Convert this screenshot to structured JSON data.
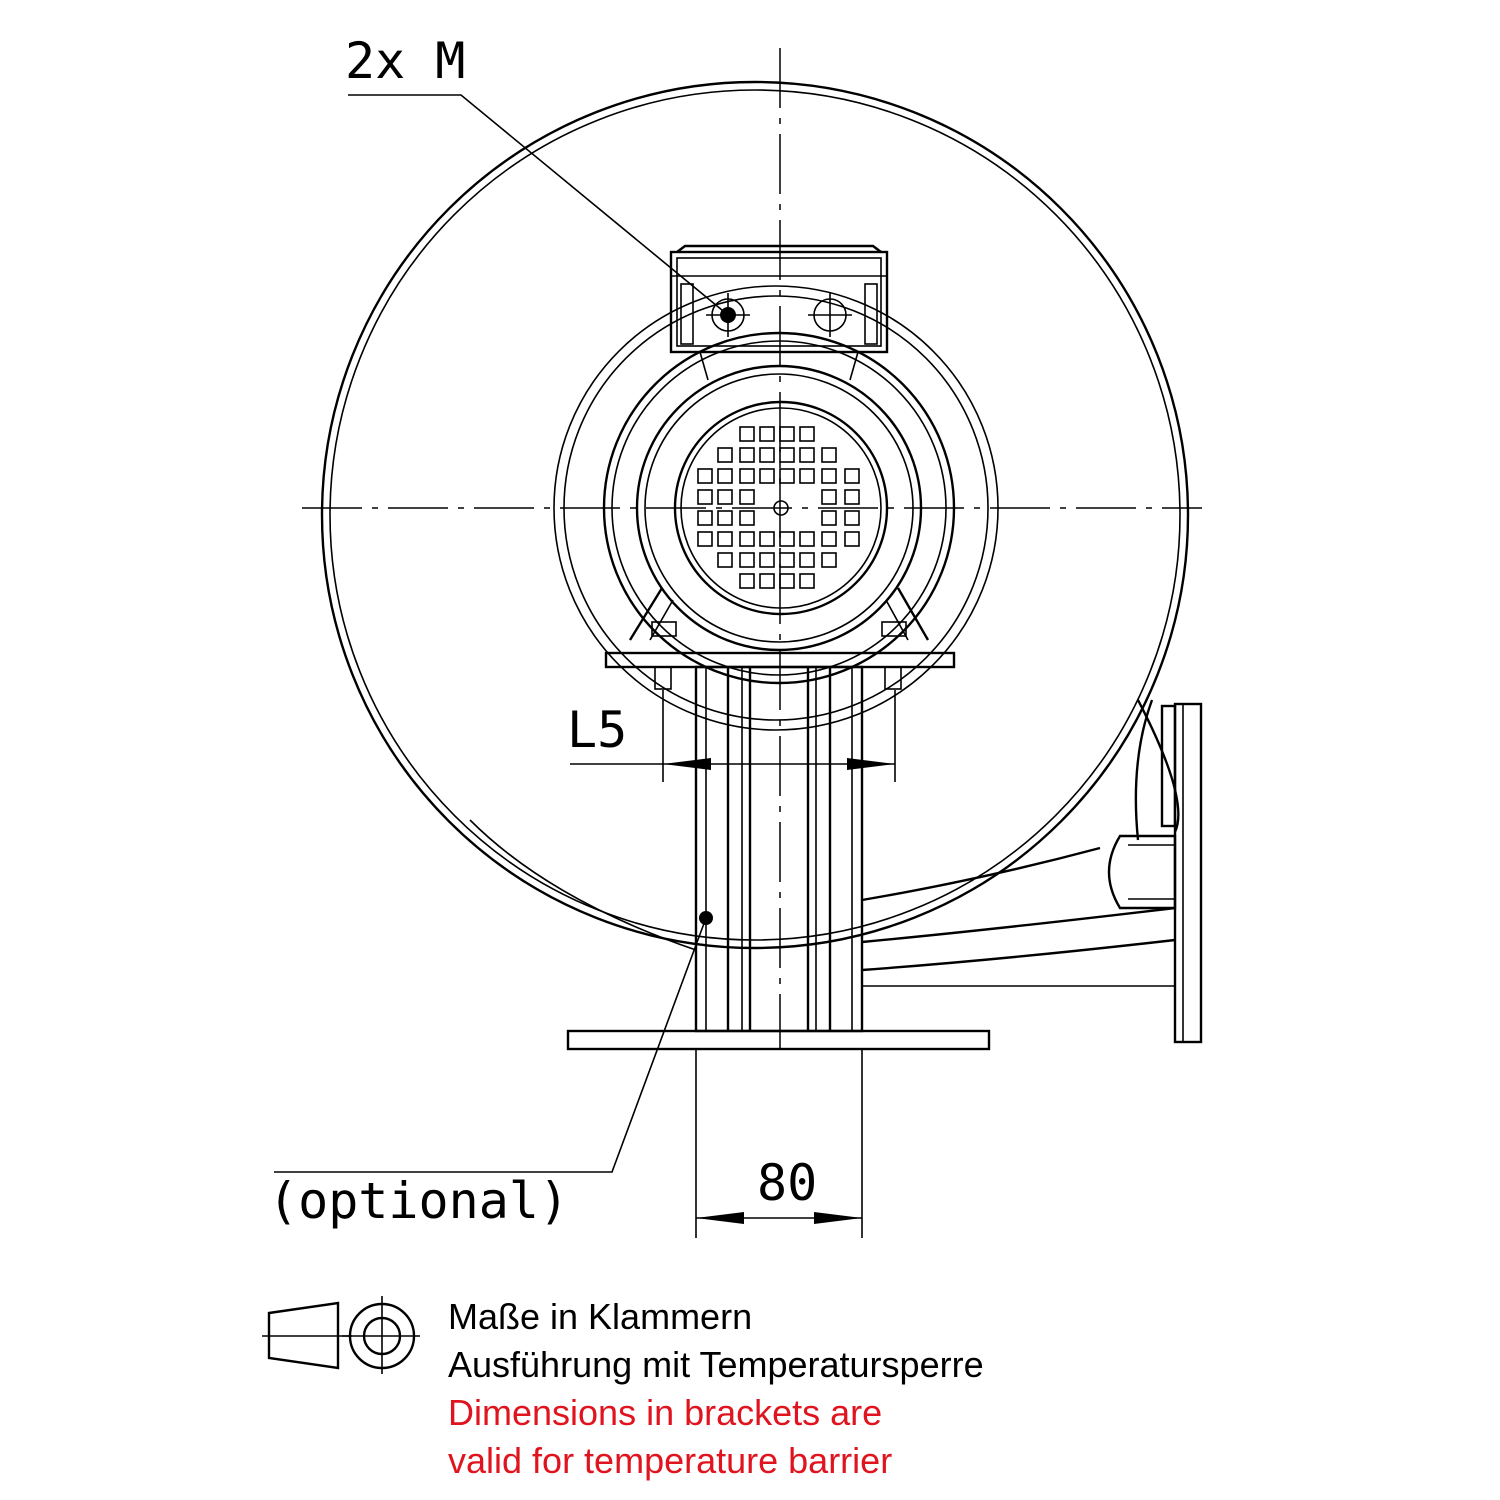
{
  "labels": {
    "mount_holes": "2x M",
    "dim_l5": "L5",
    "dim_width": "80",
    "optional": "(optional)"
  },
  "notes": {
    "line1": "Maße in Klammern",
    "line2": "Ausführung mit Temperatursperre",
    "line3": "Dimensions in brackets are",
    "line4": "valid for temperature barrier"
  },
  "colors": {
    "drawing": "#000000",
    "note_highlight": "#e0141e"
  },
  "icons": {
    "projection_symbol": "first-angle-projection-icon"
  }
}
